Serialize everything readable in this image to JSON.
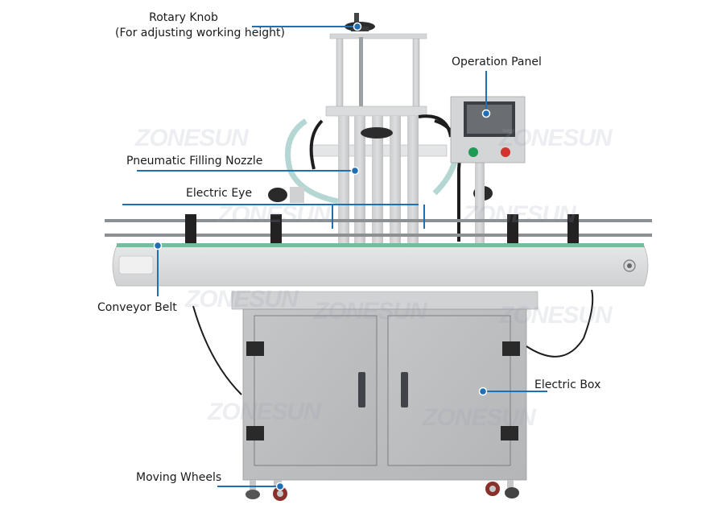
{
  "image": {
    "subject": "Automatic pneumatic liquid filling machine with conveyor",
    "accent_color": "#1f6fb5",
    "watermark": "ZONESUN"
  },
  "callouts": [
    {
      "id": "rotary-knob",
      "label_line1": "Rotary Knob",
      "label_line2": "(For adjusting working height)"
    },
    {
      "id": "operation-panel",
      "label": "Operation Panel"
    },
    {
      "id": "pneumatic-filling-nozzle",
      "label": "Pneumatic Filling Nozzle"
    },
    {
      "id": "electric-eye",
      "label": "Electric Eye"
    },
    {
      "id": "conveyor-belt",
      "label": "Conveyor Belt"
    },
    {
      "id": "electric-box",
      "label": "Electric Box"
    },
    {
      "id": "moving-wheels",
      "label": "Moving Wheels"
    }
  ]
}
